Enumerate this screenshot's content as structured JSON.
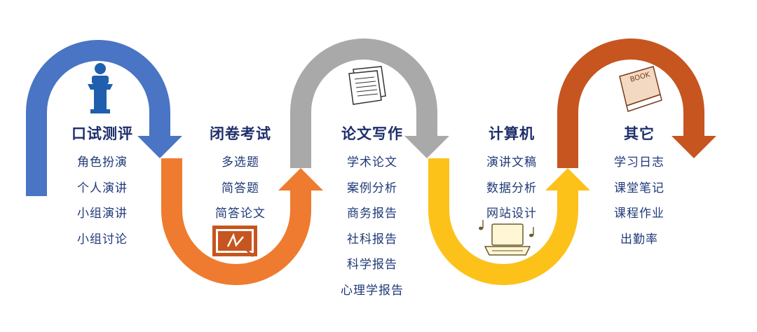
{
  "colors": {
    "blue": "#4a74c4",
    "orange": "#ee7b2f",
    "gray": "#a9a9a9",
    "yellow": "#fcc21a",
    "rust": "#c6551f",
    "title_text": "#1f2f6b",
    "item_text": "#1f3a78"
  },
  "stages": [
    {
      "title": "口试测评",
      "items": [
        "角色扮演",
        "个人演讲",
        "小组演讲",
        "小组讨论"
      ],
      "icon": "podium-speaker-icon",
      "color": "#4a74c4"
    },
    {
      "title": "闭卷考试",
      "items": [
        "多选题",
        "简答题",
        "简答论文"
      ],
      "icon": "chalkboard-icon",
      "color": "#ee7b2f"
    },
    {
      "title": "论文写作",
      "items": [
        "学术论文",
        "案例分析",
        "商务报告",
        "社科报告",
        "科学报告",
        "心理学报告"
      ],
      "icon": "paper-document-icon",
      "color": "#a9a9a9"
    },
    {
      "title": "计算机",
      "items": [
        "演讲文稿",
        "数据分析",
        "网站设计"
      ],
      "icon": "laptop-music-icon",
      "color": "#fcc21a"
    },
    {
      "title": "其它",
      "items": [
        "学习日志",
        "课堂笔记",
        "课程作业",
        "出勤率"
      ],
      "icon": "book-icon",
      "book_label": "BOOK",
      "color": "#c6551f"
    }
  ]
}
